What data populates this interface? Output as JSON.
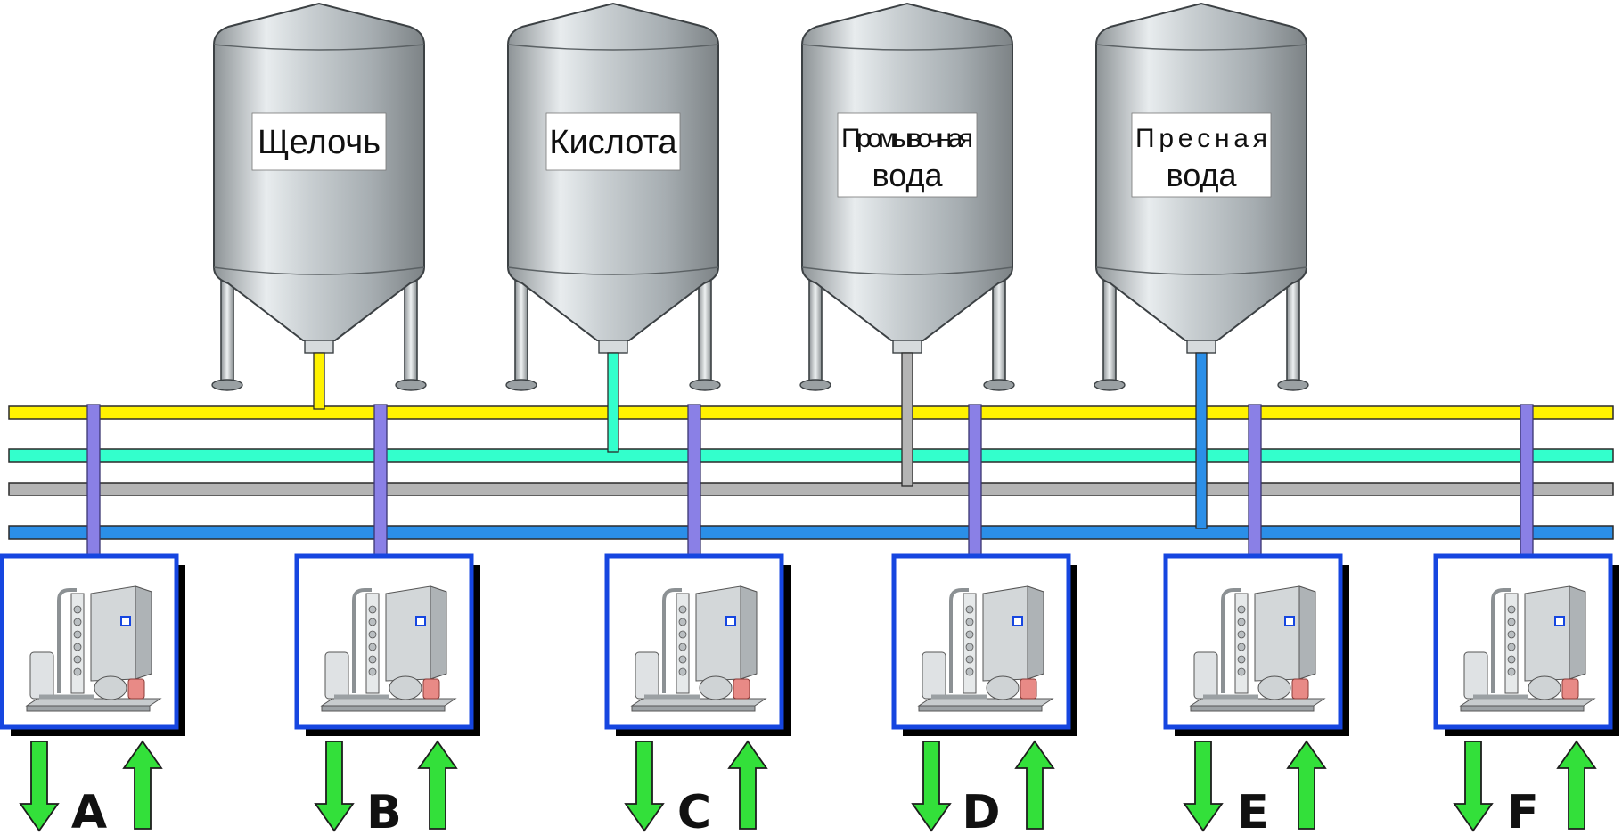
{
  "colors": {
    "alkali": "#fff200",
    "acid": "#33ffcc",
    "rinse_water": "#b4b4b4",
    "fresh_water": "#2b8fe8",
    "return_line": "#8a80e6",
    "unit_border": "#1646e0",
    "arrow": "#33e03a"
  },
  "tanks": [
    {
      "id": "alkali",
      "lines": [
        "Щелочь"
      ]
    },
    {
      "id": "acid",
      "lines": [
        "Кислота"
      ]
    },
    {
      "id": "rinse_water",
      "lines": [
        "Промывочная",
        "вода"
      ]
    },
    {
      "id": "fresh_water",
      "lines": [
        "Пресная",
        "вода"
      ]
    }
  ],
  "units": [
    {
      "label": "A"
    },
    {
      "label": "B"
    },
    {
      "label": "C"
    },
    {
      "label": "D"
    },
    {
      "label": "E"
    },
    {
      "label": "F"
    }
  ],
  "icons": {
    "tank": "storage-tank-icon",
    "station": "cip-station-icon",
    "supply_arrow": "arrow-down-icon",
    "return_arrow": "arrow-up-icon"
  }
}
